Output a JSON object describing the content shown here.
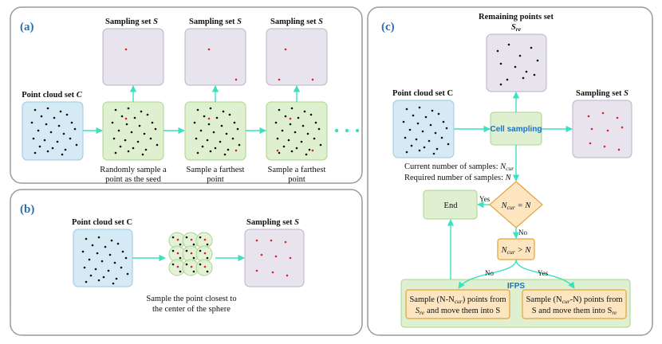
{
  "panels": {
    "a": {
      "id": "(a)",
      "input_label": "Point cloud set",
      "input_sym": "C",
      "sampling_label": "Sampling set",
      "sampling_sym": "S",
      "step1_line1": "Randomly sample a",
      "step1_line2": "point as the seed",
      "step2_line1": "Sample a farthest",
      "step2_line2": "point",
      "step3_line1": "Sample a farthest",
      "step3_line2": "point"
    },
    "b": {
      "id": "(b)",
      "input_label": "Point cloud set C",
      "sampling_label": "Sampling set",
      "sampling_sym": "S",
      "caption_line1": "Sample the point closest to",
      "caption_line2": "the center of the sphere"
    },
    "c": {
      "id": "(c)",
      "remaining_label": "Remaining points set",
      "remaining_sym": "S",
      "remaining_sub": "re",
      "input_label": "Point cloud set C",
      "cell_sampling": "Cell sampling",
      "sampling_label": "Sampling set",
      "sampling_sym": "S",
      "current_text": "Current number of samples:",
      "current_sym": "N",
      "current_sub": "cur",
      "required_text": "Required number of samples:",
      "required_sym": "N",
      "decision1_sym": "N",
      "decision1_sub": "cur",
      "decision1_rest": "= N",
      "decision2_sym": "N",
      "decision2_sub": "cur",
      "decision2_rest": "> N",
      "yes1": "Yes",
      "no1": "No",
      "no2": "No",
      "yes2": "Yes",
      "end": "End",
      "ifps": "IFPS",
      "left_box_line1": "Sample (N-N",
      "left_box_sub1": "cur",
      "left_box_line1b": ") points from",
      "left_box_line2a": "S",
      "left_box_sub2": "re",
      "left_box_line2b": "and move them into S",
      "right_box_line1": "Sample (N",
      "right_box_sub1": "cur",
      "right_box_line1b": "-N) points from",
      "right_box_line2": "S and move them into S",
      "right_box_sub2": "re"
    }
  },
  "colors": {
    "panel_border": "#9a9a9a",
    "cloud_fill": "#d6eaf5",
    "cloud_stroke": "#9cc6e0",
    "green_fill": "#dff0d0",
    "green_stroke": "#a9d48c",
    "lavender_fill": "#e8e4ee",
    "lavender_stroke": "#b9b2c8",
    "diamond_fill": "#fde6bf",
    "diamond_stroke": "#e3a23a",
    "arrow": "#3be0c0",
    "red_point": "#e02020",
    "black_point": "#111111",
    "panel_id": "#2a6fb0",
    "cell_text": "#1f6fc0"
  }
}
